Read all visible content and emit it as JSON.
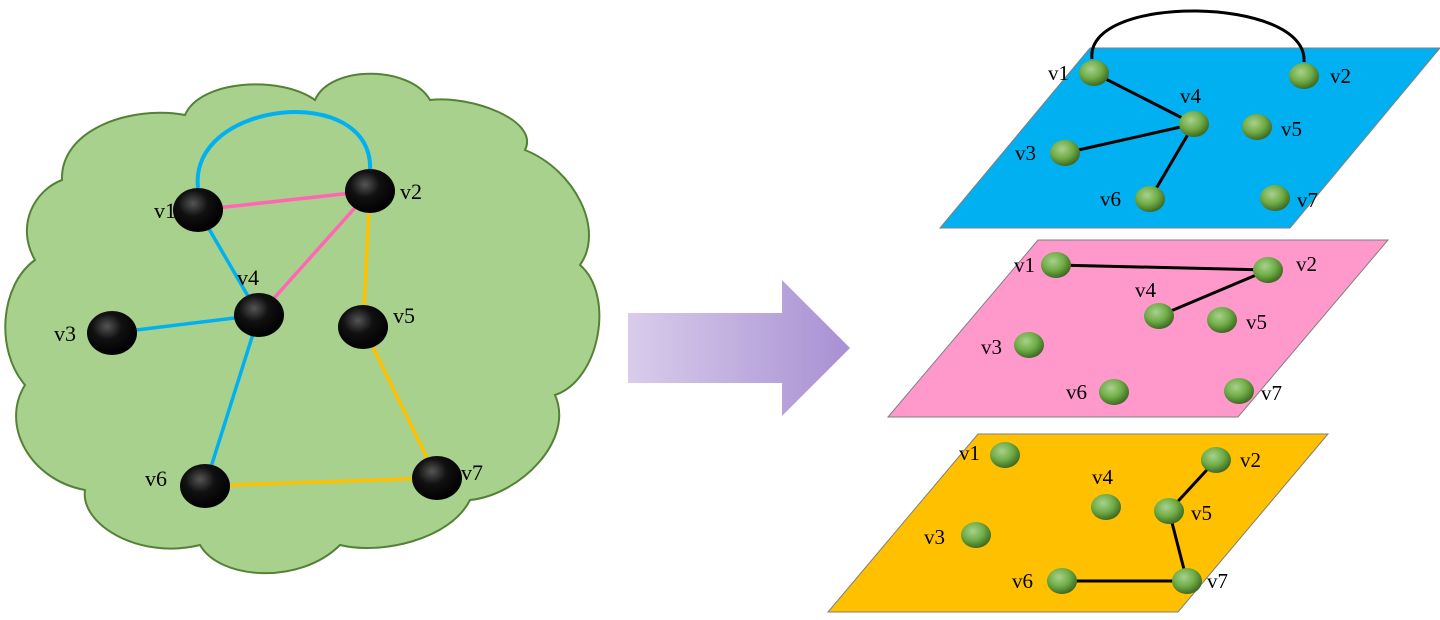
{
  "colors": {
    "cloud_fill": "#A9D18E",
    "cloud_stroke": "#538135",
    "node_dark": "#000000",
    "node_green": "#70AD47",
    "layer_blue": "#00B0F0",
    "layer_pink": "#FF99CC",
    "layer_orange": "#FFC000",
    "edge_blue": "#00B0F0",
    "edge_pink": "#FF66B3",
    "edge_orange": "#FFC000",
    "arrow_fill": "#B4A7D6"
  },
  "multiplex_graph": {
    "nodes": [
      {
        "id": "v1",
        "label": "v1"
      },
      {
        "id": "v2",
        "label": "v2"
      },
      {
        "id": "v3",
        "label": "v3"
      },
      {
        "id": "v4",
        "label": "v4"
      },
      {
        "id": "v5",
        "label": "v5"
      },
      {
        "id": "v6",
        "label": "v6"
      },
      {
        "id": "v7",
        "label": "v7"
      }
    ],
    "edges": [
      {
        "from": "v1",
        "to": "v2",
        "layer": "blue",
        "curved": true
      },
      {
        "from": "v1",
        "to": "v4",
        "layer": "blue"
      },
      {
        "from": "v3",
        "to": "v4",
        "layer": "blue"
      },
      {
        "from": "v4",
        "to": "v6",
        "layer": "blue"
      },
      {
        "from": "v1",
        "to": "v2",
        "layer": "pink"
      },
      {
        "from": "v2",
        "to": "v4",
        "layer": "pink"
      },
      {
        "from": "v2",
        "to": "v5",
        "layer": "orange"
      },
      {
        "from": "v5",
        "to": "v7",
        "layer": "orange"
      },
      {
        "from": "v6",
        "to": "v7",
        "layer": "orange"
      }
    ]
  },
  "layers": [
    {
      "name": "blue",
      "edges": [
        [
          "v1",
          "v2",
          "curve"
        ],
        [
          "v1",
          "v4"
        ],
        [
          "v3",
          "v4"
        ],
        [
          "v4",
          "v6"
        ]
      ]
    },
    {
      "name": "pink",
      "edges": [
        [
          "v1",
          "v2"
        ],
        [
          "v2",
          "v4"
        ]
      ]
    },
    {
      "name": "orange",
      "edges": [
        [
          "v2",
          "v5"
        ],
        [
          "v5",
          "v7"
        ],
        [
          "v6",
          "v7"
        ]
      ]
    }
  ]
}
